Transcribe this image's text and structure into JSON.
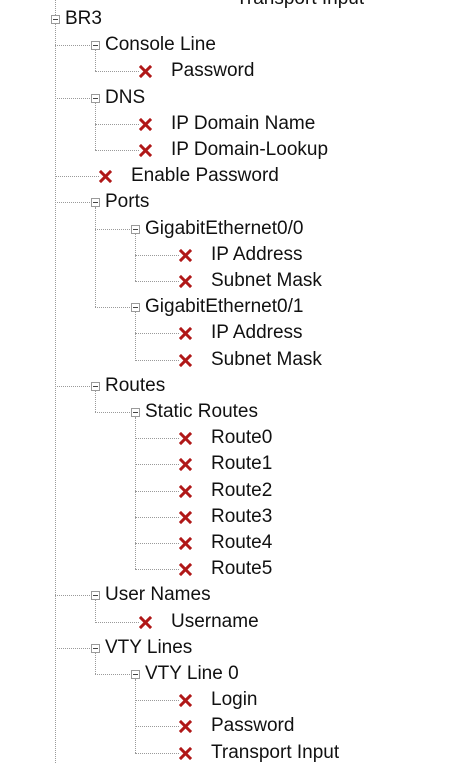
{
  "colors": {
    "error_icon": "#b01818",
    "tree_line": "#9a9a9a",
    "text": "#111111",
    "background": "#ffffff"
  },
  "icons": {
    "error": "x-error-icon",
    "expander": "collapse-minus-icon"
  },
  "top_cut_label": "Transport Input",
  "tree": {
    "label": "BR3",
    "expanded": true,
    "children": [
      {
        "label": "Console Line",
        "expanded": true,
        "children": [
          {
            "label": "Password",
            "status": "error"
          }
        ]
      },
      {
        "label": "DNS",
        "expanded": true,
        "children": [
          {
            "label": "IP Domain Name",
            "status": "error"
          },
          {
            "label": "IP Domain-Lookup",
            "status": "error"
          }
        ]
      },
      {
        "label": "Enable Password",
        "status": "error"
      },
      {
        "label": "Ports",
        "expanded": true,
        "children": [
          {
            "label": "GigabitEthernet0/0",
            "expanded": true,
            "children": [
              {
                "label": "IP Address",
                "status": "error"
              },
              {
                "label": "Subnet Mask",
                "status": "error"
              }
            ]
          },
          {
            "label": "GigabitEthernet0/1",
            "expanded": true,
            "children": [
              {
                "label": "IP Address",
                "status": "error"
              },
              {
                "label": "Subnet Mask",
                "status": "error"
              }
            ]
          }
        ]
      },
      {
        "label": "Routes",
        "expanded": true,
        "children": [
          {
            "label": "Static Routes",
            "expanded": true,
            "children": [
              {
                "label": "Route0",
                "status": "error"
              },
              {
                "label": "Route1",
                "status": "error"
              },
              {
                "label": "Route2",
                "status": "error"
              },
              {
                "label": "Route3",
                "status": "error"
              },
              {
                "label": "Route4",
                "status": "error"
              },
              {
                "label": "Route5",
                "status": "error"
              }
            ]
          }
        ]
      },
      {
        "label": "User Names",
        "expanded": true,
        "children": [
          {
            "label": "Username",
            "status": "error"
          }
        ]
      },
      {
        "label": "VTY Lines",
        "expanded": true,
        "children": [
          {
            "label": "VTY Line 0",
            "expanded": true,
            "children": [
              {
                "label": "Login",
                "status": "error"
              },
              {
                "label": "Password",
                "status": "error"
              },
              {
                "label": "Transport Input",
                "status": "error"
              }
            ]
          }
        ]
      }
    ]
  }
}
